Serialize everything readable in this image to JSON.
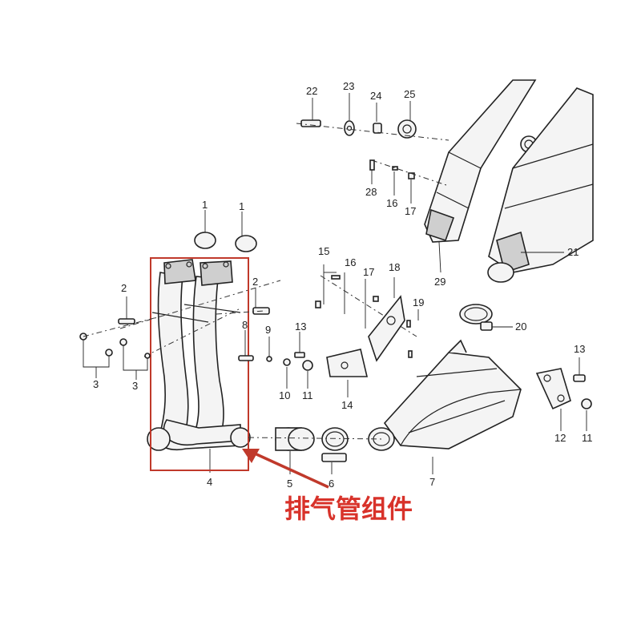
{
  "callouts": {
    "c1a": "1",
    "c1b": "1",
    "c2a": "2",
    "c2b": "2",
    "c3a": "3",
    "c3b": "3",
    "c4": "4",
    "c5": "5",
    "c6": "6",
    "c7": "7",
    "c8": "8",
    "c9": "9",
    "c10": "10",
    "c11a": "11",
    "c11b": "11",
    "c12": "12",
    "c13a": "13",
    "c13b": "13",
    "c14": "14",
    "c16a": "16",
    "c16b": "16",
    "c17a": "17",
    "c17b": "17",
    "c18": "18",
    "c19": "19",
    "c20": "20",
    "c21": "21",
    "c22": "22",
    "c23": "23",
    "c24": "24",
    "c25": "25",
    "c28": "28",
    "c29": "29",
    "c15": "15"
  },
  "annotation": {
    "label": "排气管组件",
    "highlight_color": "#c0392b",
    "label_color": "#d8322a"
  }
}
